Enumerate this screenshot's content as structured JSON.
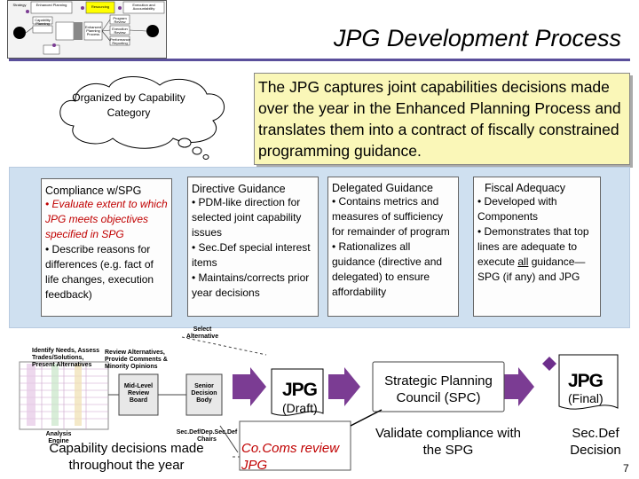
{
  "title": "JPG Development Process",
  "thought_bubble": "Organized by Capability Category",
  "summary": "The JPG captures joint capabilities decisions made over the year in the Enhanced Planning Process and translates them into a contract of fiscally constrained programming guidance.",
  "mini_diagram": {
    "labels": [
      "Strategy",
      "Enhanced Planning",
      "Resourcing",
      "Execution and Accountability",
      "Capability Planning",
      "Enhanced Planning Process",
      "Program Review",
      "Execution Review",
      "Performance Reporting"
    ]
  },
  "categories": [
    {
      "title": "Compliance w/SPG",
      "bullets": [
        {
          "text": "• Evaluate extent to which JPG meets objectives specified in SPG",
          "style": "red"
        },
        {
          "text": "• Describe reasons for differences (e.g. fact of life changes, execution feedback)",
          "style": "normal"
        }
      ]
    },
    {
      "title": "Directive Guidance",
      "bullets": [
        {
          "text": "• PDM-like direction for selected joint capability issues",
          "style": "normal"
        },
        {
          "text": "• Sec.Def special interest items",
          "style": "normal"
        },
        {
          "text": "• Maintains/corrects prior year decisions",
          "style": "normal"
        }
      ]
    },
    {
      "title": "Delegated Guidance",
      "bullets": [
        {
          "text": "• Contains metrics and measures of sufficiency for remainder of program",
          "style": "normal"
        },
        {
          "text": "• Rationalizes all guidance (directive and delegated) to ensure affordability",
          "style": "normal"
        }
      ]
    },
    {
      "title": "Fiscal Adequacy",
      "bullets": [
        {
          "text": "• Developed with Components",
          "style": "normal"
        },
        {
          "text": "• Demonstrates that top lines are adequate to execute ",
          "style": "normal",
          "underlined": "all",
          "rest": " guidance—SPG (if any) and JPG"
        }
      ]
    }
  ],
  "flow": {
    "labels": {
      "identify": "Identify Needs, Assess Trades/Solutions, Present Alternatives",
      "review_alts": "Review Alternatives, Provide Comments & Minority Opinions",
      "select_alt": "Select Alternative",
      "mid_level": "Mid-Level Review Board",
      "senior": "Senior Decision Body",
      "secdef_chairs": "Sec.Def/Dep.Sec.Def Chairs",
      "analysis": "Analysis Engine"
    },
    "capability_decisions": "Capability decisions made throughout the year",
    "jpg_draft_word": "JPG",
    "jpg_draft_sub": "(Draft)",
    "cocoms_review": "Co.Coms review JPG",
    "spc": "Strategic Planning Council (SPC)",
    "validate": "Validate compliance with the SPG",
    "jpg_final_word": "JPG",
    "jpg_final_sub": "(Final)",
    "secdef_decision": "Sec.Def Decision"
  },
  "page_number": "7",
  "colors": {
    "accent_purple": "#6d2e8c",
    "arrow_purple": "#7b3c93",
    "panel_blue": "#cfe0f0",
    "summary_yellow": "#faf7b8",
    "red_text": "#c00000"
  }
}
